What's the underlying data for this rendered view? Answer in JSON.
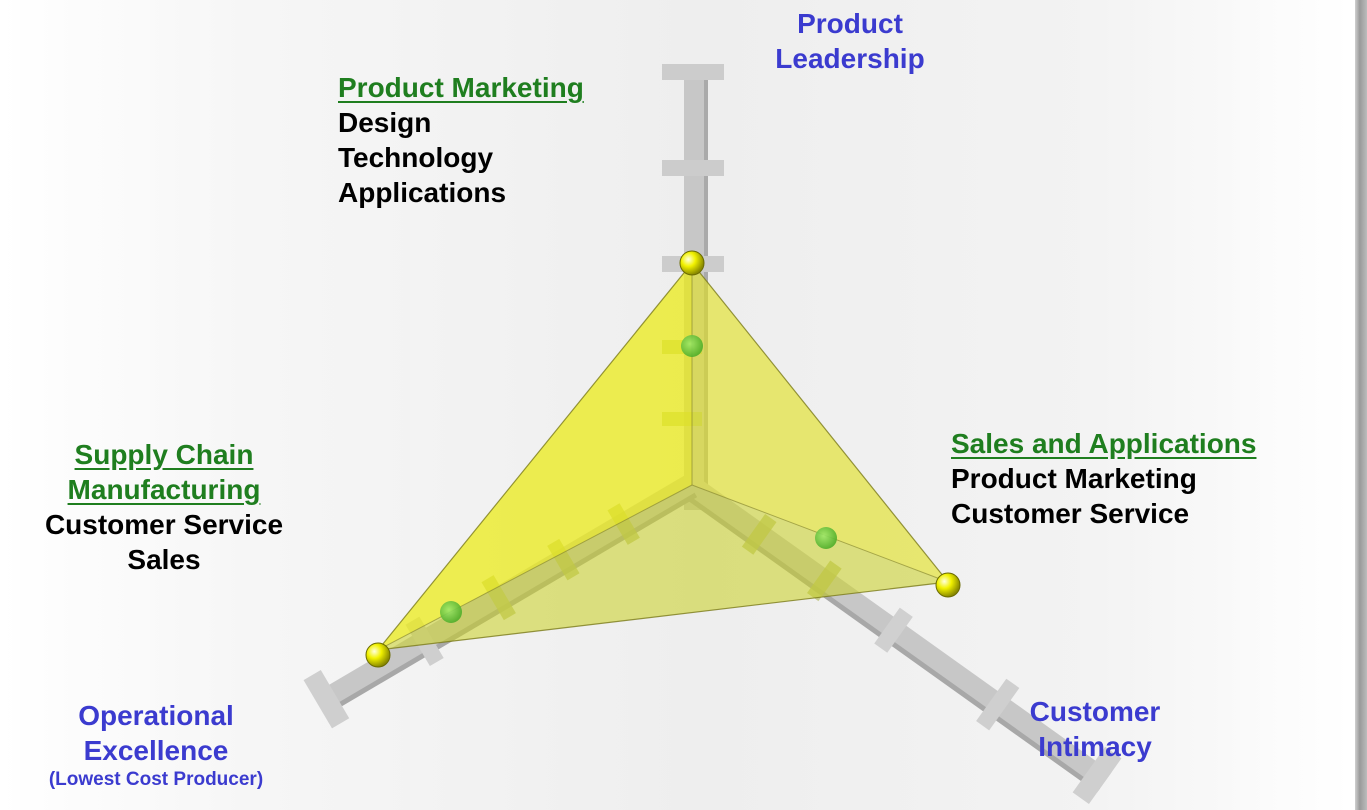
{
  "dimensions": {
    "product_leadership": [
      "Product",
      "Leadership"
    ],
    "customer_intimacy": [
      "Customer",
      "Intimacy"
    ],
    "operational_excellence": {
      "lines": [
        "Operational",
        "Excellence"
      ],
      "subtitle": "(Lowest Cost Producer)"
    }
  },
  "groups": {
    "product": {
      "heading": "Product Marketing",
      "items": [
        "Design",
        "Technology",
        "Applications"
      ]
    },
    "sales": {
      "heading": "Sales and Applications",
      "items": [
        "Product Marketing",
        "Customer Service"
      ]
    },
    "supply": {
      "heading_lines": [
        "Supply Chain",
        "Manufacturing"
      ],
      "items": [
        "Customer Service",
        "Sales"
      ]
    }
  },
  "colors": {
    "dimension_label": "#3b3bcf",
    "group_heading": "#1f7e1f",
    "group_item": "#000000",
    "triangle_fill": "#e8e800",
    "axis": "#c4c4c4",
    "sphere": "#f2f200"
  }
}
